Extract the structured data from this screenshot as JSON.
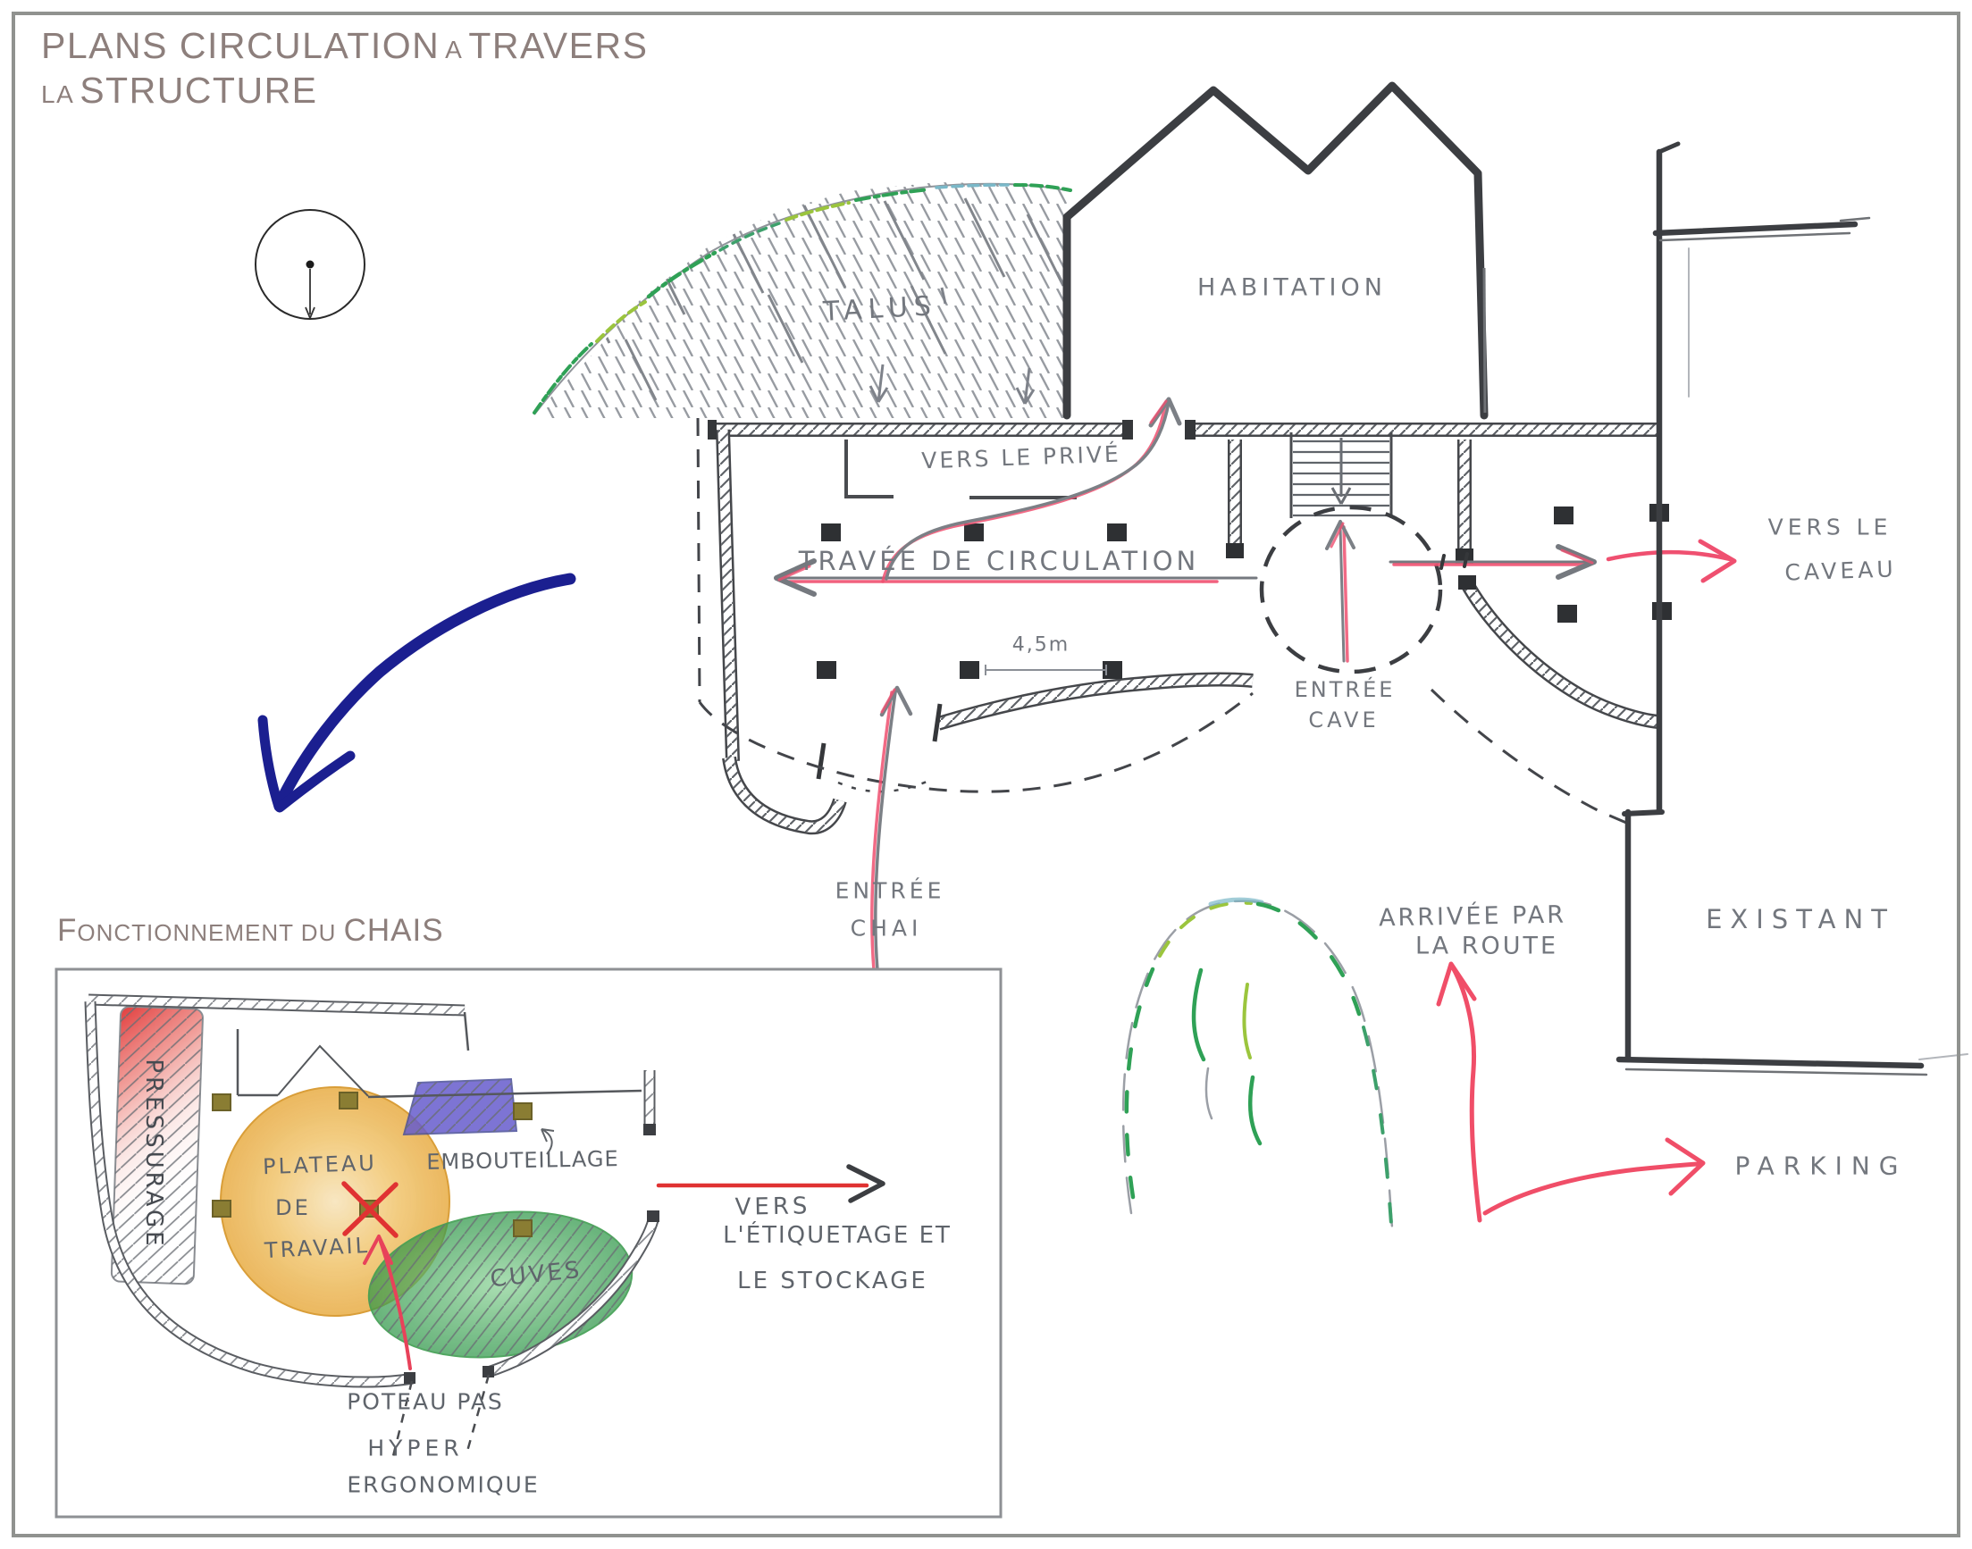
{
  "title": {
    "line1_main": "PLANS CIRCULATION",
    "line1_small": "A",
    "line1_end": "TRAVERS",
    "line2_small": "LA",
    "line2_main": "STRUCTURE"
  },
  "main_plan": {
    "labels": {
      "talus": "TALUS",
      "habitation": "HABITATION",
      "vers_prive": "VERS LE PRIVÉ",
      "travee": "TRAVÉE DE CIRCULATION",
      "dimension": "4,5m",
      "entree_cave_1": "ENTRÉE",
      "entree_cave_2": "CAVE",
      "vers_caveau_1": "VERS LE",
      "vers_caveau_2": "CAVEAU",
      "entree_chai_1": "ENTRÉE",
      "entree_chai_2": "CHAI",
      "existant": "EXISTANT",
      "arrivee_1": "ARRIVÉE PAR",
      "arrivee_2": "LA ROUTE",
      "parking": "PARKING"
    }
  },
  "inset": {
    "title_1": "F",
    "title_2": "ONCTIONNEMENT DU ",
    "title_3": "CHAIS",
    "labels": {
      "pressurage": "PRESSURAGE",
      "plateau_1": "PLATEAU",
      "plateau_2": "DE",
      "plateau_3": "TRAVAIL",
      "embouteillage": "EMBOUTEILLAGE",
      "cuves": "CUVES",
      "etiquetage_1": "VERS",
      "etiquetage_2": "L'ÉTIQUETAGE ET",
      "etiquetage_3": "LE STOCKAGE",
      "poteau_1": "POTEAU PAS",
      "poteau_2": "HYPER",
      "poteau_3": "ERGONOMIQUE"
    }
  },
  "icons": {
    "compass": "north-indicator-circle",
    "blue_arrow": "large-flow-arrow",
    "stairs": "staircase-down"
  },
  "colors": {
    "title_taupe": "#8d7f7c",
    "pencil_gray": "#73777e",
    "wall_dark": "#3e4044",
    "circulation_pink": "#ef5070",
    "annotation_red": "#e03232",
    "flow_navy": "#1b1f90",
    "vine_green": "#2fa156",
    "vine_yellow_green": "#9bc53d",
    "plateau_orange": "#e9aa3e",
    "embouteillage_violet": "#675ccd",
    "cuves_green": "#2e9648",
    "column_olive": "#8a7d33",
    "frame_gray": "#90928f"
  }
}
